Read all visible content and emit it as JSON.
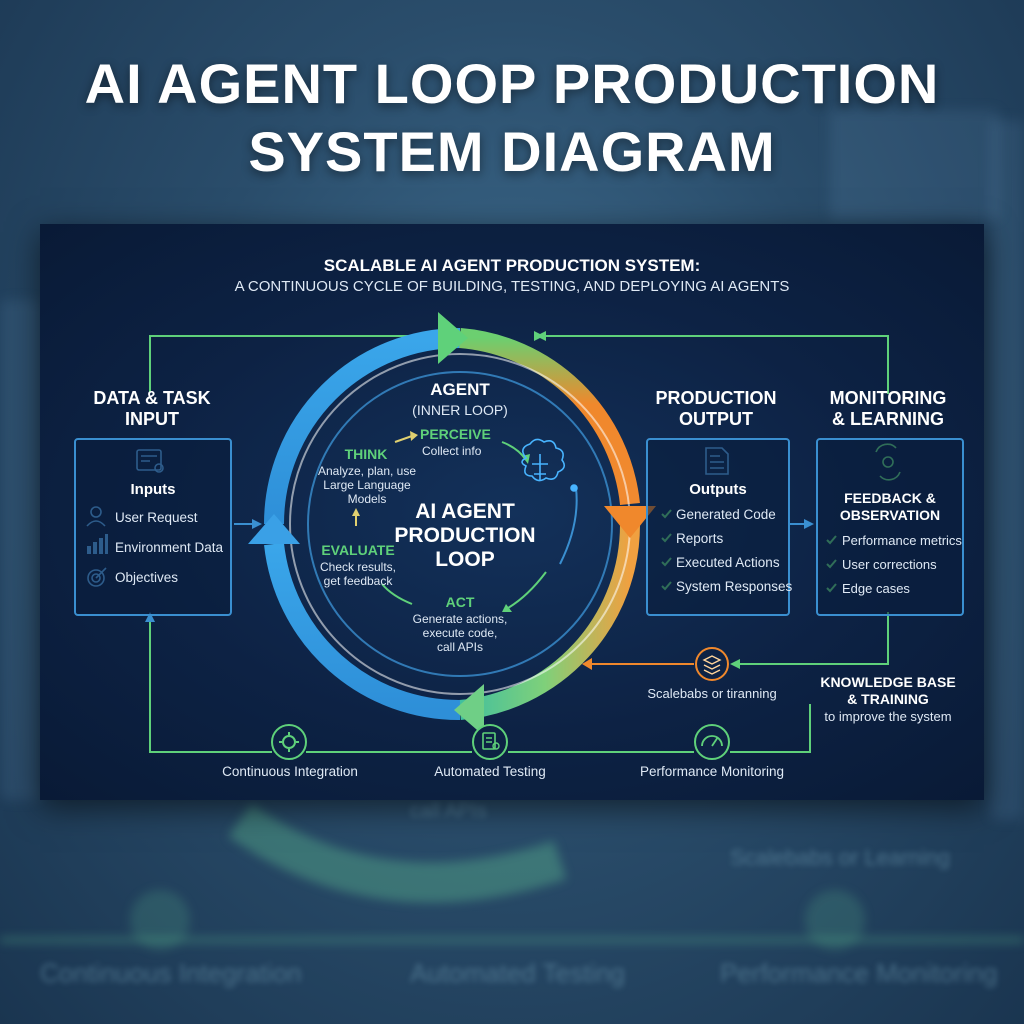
{
  "title_lines": [
    "AI AGENT LOOP PRODUCTION",
    "SYSTEM DIAGRAM"
  ],
  "subtitle": {
    "line1": "SCALABLE AI AGENT PRODUCTION SYSTEM:",
    "line2": "A CONTINUOUS CYCLE OF BUILDING, TESTING, AND DEPLOYING AI AGENTS"
  },
  "input": {
    "heading_line1": "DATA & TASK",
    "heading_line2": "INPUT",
    "box_title": "Inputs",
    "items": [
      "User Request",
      "Environment Data",
      "Objectives"
    ]
  },
  "agent": {
    "label": "AGENT",
    "sublabel": "(INNER LOOP)",
    "center_line1": "AI AGENT",
    "center_line2": "PRODUCTION",
    "center_line3": "LOOP",
    "think": {
      "title": "THINK",
      "line1": "Analyze, plan, use",
      "line2": "Large Language",
      "line3": "Models"
    },
    "perceive": {
      "title": "PERCEIVE",
      "line1": "Collect info"
    },
    "evaluate": {
      "title": "EVALUATE",
      "line1": "Check results,",
      "line2": "get feedback"
    },
    "act": {
      "title": "ACT",
      "line1": "Generate actions,",
      "line2": "execute code,",
      "line3": "call APIs"
    }
  },
  "output": {
    "heading_line1": "PRODUCTION",
    "heading_line2": "OUTPUT",
    "box_title": "Outputs",
    "items": [
      "Generated Code",
      "Reports",
      "Executed Actions",
      "System Responses"
    ]
  },
  "monitoring": {
    "heading_line1": "MONITORING",
    "heading_line2": "& LEARNING",
    "box_title_line1": "FEEDBACK &",
    "box_title_line2": "OBSERVATION",
    "items": [
      "Performance metrics",
      "User corrections",
      "Edge cases"
    ]
  },
  "knowledge": {
    "line1": "KNOWLEDGE BASE",
    "line2": "& TRAINING",
    "line3": "to improve the system"
  },
  "scale_label": "Scalebabs or tiranning",
  "bottom": {
    "ci": "Continuous Integration",
    "testing": "Automated Testing",
    "monitoring": "Performance Monitoring"
  },
  "background_blur": {
    "api": "call APIs",
    "learning": "Scalebabs or Learning",
    "ci": "Continuous Integration",
    "testing": "Automated Testing",
    "monitoring": "Performance Monitoring"
  },
  "colors": {
    "green": "#5fd17a",
    "blue": "#3a8fd0",
    "orange": "#f0882c",
    "navy": "#0d2244"
  }
}
